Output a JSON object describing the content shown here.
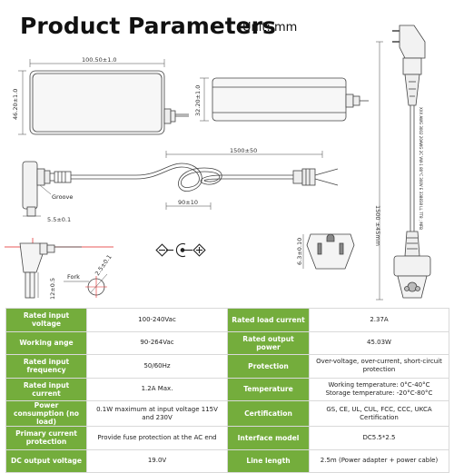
{
  "header": {
    "title": "Product Parameters",
    "unit": "Unit: mm"
  },
  "drawing": {
    "dims": {
      "adapter_length": "100.50±1.0",
      "adapter_width": "46.20±1.0",
      "adapter_height": "32.20±1.0",
      "dc_cable_length": "1500±50",
      "ac_cable_length": "1500 ±45mm",
      "bend_length": "90±10",
      "plug_tip": "5.5±0.1",
      "plug_barrel": "12±0.5",
      "fork_dim": "2.5±0.1",
      "ac_plug_dim": "6.3±0.10"
    },
    "labels": {
      "groove": "Groove",
      "fork": "Fork",
      "cable_print": "XXX AWG 3002 20AWG 2C VW-1 80°C 300V E 338838 LL 7T8 ; MFB"
    },
    "colors": {
      "accent": "#74ad3c",
      "target": "#e02020"
    }
  },
  "specs": {
    "rows": [
      {
        "label1": "Rated input voltage",
        "value1": "100-240Vac",
        "label2": "Rated load current",
        "value2": "2.37A"
      },
      {
        "label1": "Working ange",
        "value1": "90-264Vac",
        "label2": "Rated output power",
        "value2": "45.03W"
      },
      {
        "label1": "Rated input frequency",
        "value1": "50/60Hz",
        "label2": "Protection",
        "value2": "Over-voltage, over-current, short-circuit protection"
      },
      {
        "label1": "Rated input current",
        "value1": "1.2A Max.",
        "label2": "Temperature",
        "value2": "Working temperature: 0°C-40°C\nStorage temperature: -20°C-80°C"
      },
      {
        "label1": "Power consumption (no load)",
        "value1": "0.1W maximum at input voltage 115V and 230V",
        "label2": "Certification",
        "value2": "GS, CE, UL, CUL, FCC, CCC, UKCA Certification"
      },
      {
        "label1": "Primary current protection",
        "value1": "Provide fuse protection at the AC end",
        "label2": "Interface model",
        "value2": "DC5.5*2.5"
      },
      {
        "label1": "DC output voltage",
        "value1": "19.0V",
        "label2": "Line length",
        "value2": "2.5m (Power adapter + power cable)"
      }
    ]
  }
}
